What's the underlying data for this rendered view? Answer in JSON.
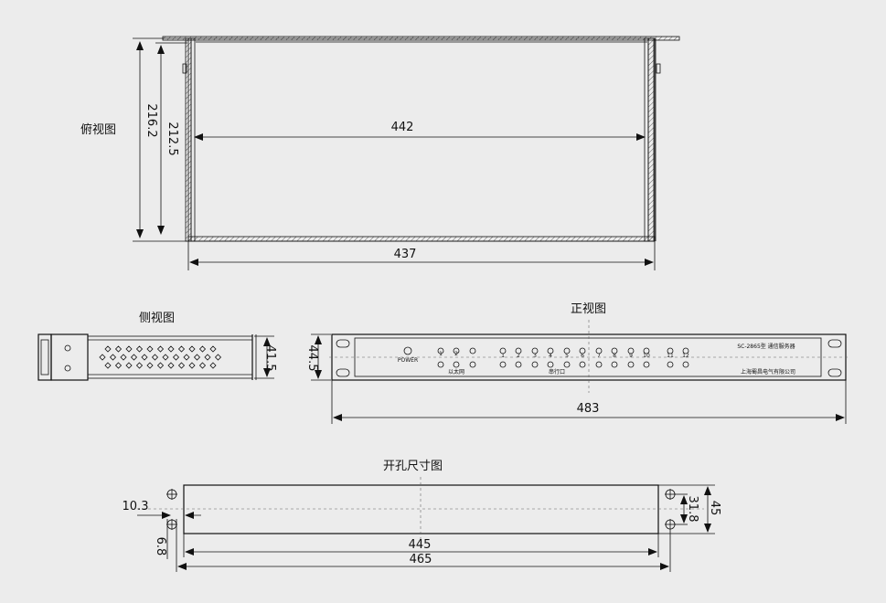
{
  "views": {
    "top": "俯视图",
    "side": "侧视图",
    "front": "正视图",
    "cutout": "开孔尺寸图"
  },
  "dimensions": {
    "top_depth_outer": "216.2",
    "top_depth_inner": "212.5",
    "top_inner_width": "442",
    "top_outer_width": "437",
    "side_height": "41.5",
    "front_height": "44.5",
    "front_width": "483",
    "cut_hole_offset": "10.3",
    "cut_hole_dia": "6.8",
    "cut_hole_spacing": "31.8",
    "cut_height": "45",
    "cut_inner_width": "445",
    "cut_outer_width": "465"
  },
  "front_panel": {
    "model": "SC-2865型 通信服务器",
    "company": "上海蜀昌电气有限公司",
    "power_label": "POWER",
    "ethernet_label": "以太网",
    "serial_label": "串行口",
    "eth_numbers": [
      "1",
      "2"
    ],
    "serial_numbers": [
      "1",
      "2",
      "3",
      "4",
      "5",
      "6",
      "7",
      "8",
      "9",
      "10",
      "11",
      "12"
    ]
  }
}
